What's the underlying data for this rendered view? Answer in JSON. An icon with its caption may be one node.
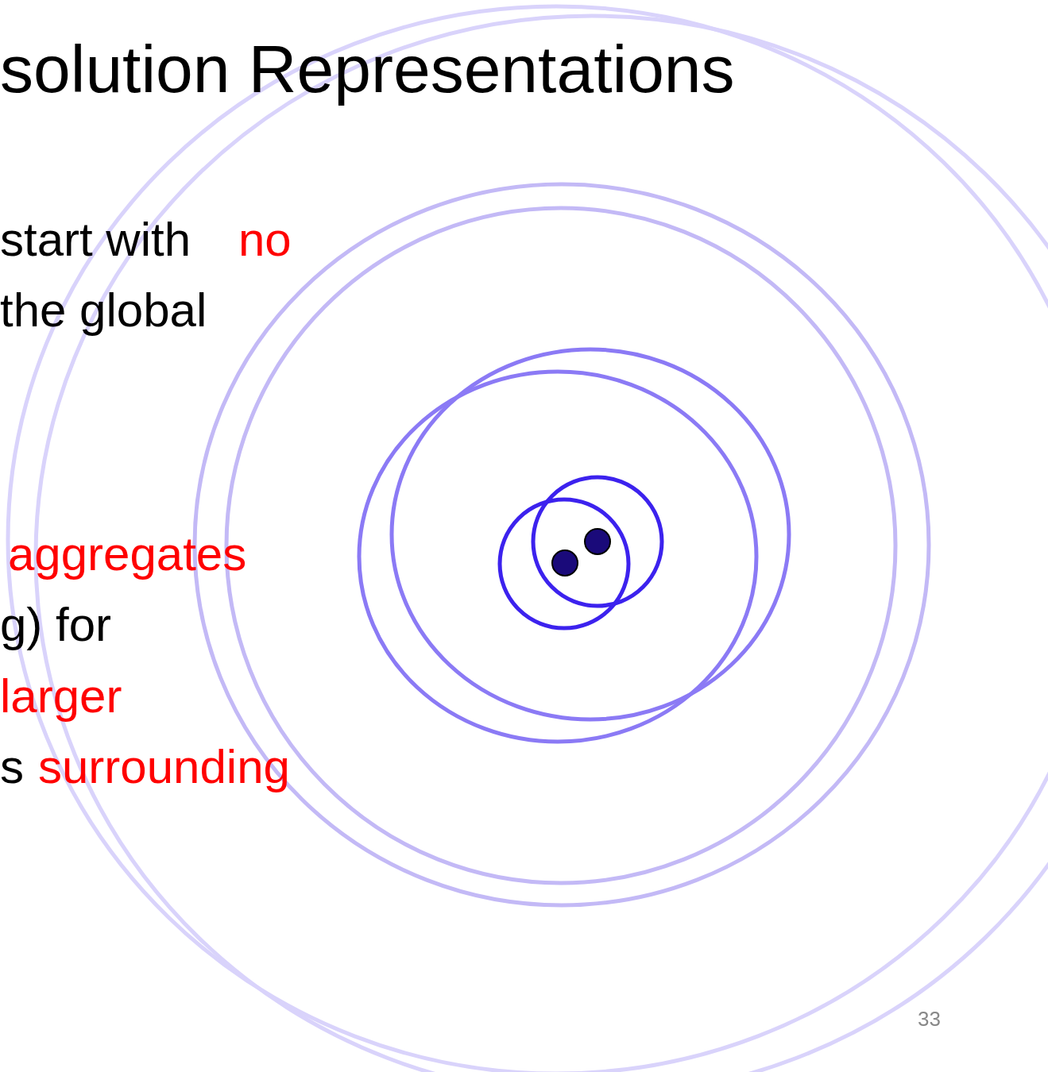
{
  "diagram": {
    "title": "solution Representations",
    "labels": [
      "start with",
      "no",
      "the global",
      "aggregates",
      "g) for",
      "larger",
      "s",
      "surrounding",
      "33"
    ]
  }
}
